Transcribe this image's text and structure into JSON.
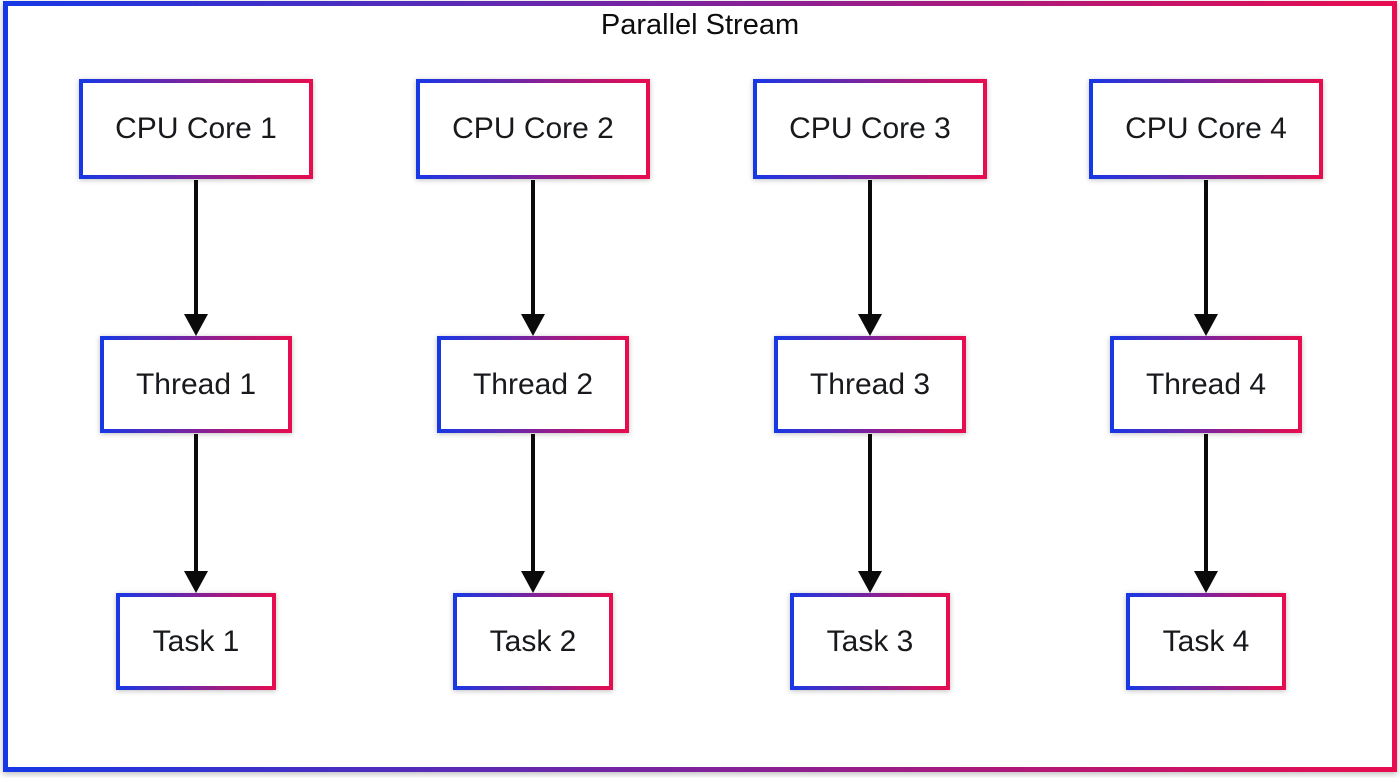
{
  "title": "Parallel Stream",
  "colors": {
    "gradient_start": "#1638e6",
    "gradient_end": "#e90c4f",
    "arrow": "#0a0a0a",
    "text": "#17191c",
    "background": "#ffffff"
  },
  "columns": [
    {
      "cpu": "CPU Core 1",
      "thread": "Thread 1",
      "task": "Task 1"
    },
    {
      "cpu": "CPU Core 2",
      "thread": "Thread 2",
      "task": "Task 2"
    },
    {
      "cpu": "CPU Core 3",
      "thread": "Thread 3",
      "task": "Task 3"
    },
    {
      "cpu": "CPU Core 4",
      "thread": "Thread 4",
      "task": "Task 4"
    }
  ]
}
